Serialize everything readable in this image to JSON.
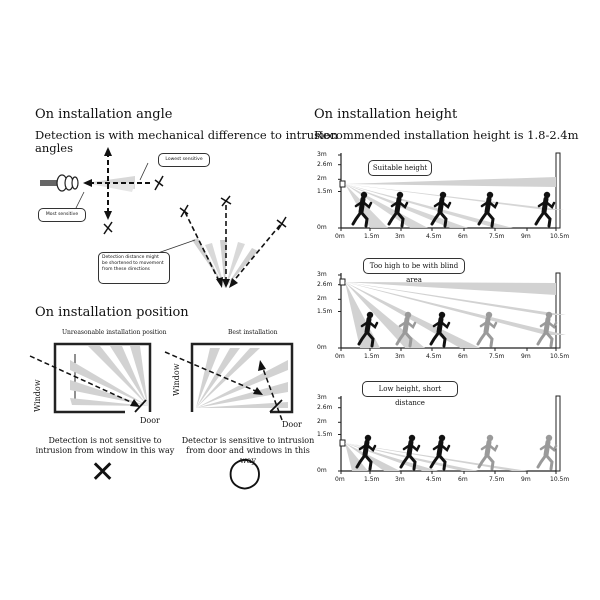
{
  "left": {
    "angle_title": "On installation angle",
    "angle_desc_line1": "Detection is with mechanical difference to intrusion",
    "angle_desc_line2": " angles",
    "lowest_sensitive": "Lowest sensitive",
    "most_sensitive": "Most sensitive",
    "distance_note_line1": "Detection distance might",
    "distance_note_line2": "be shortened to movement",
    "distance_note_line3": "from these directions",
    "position_title": "On installation position",
    "unreasonable_label": "Unreasonable installation position",
    "best_label": "Best installation",
    "window_label": "Window",
    "door_label": "Door",
    "bad_caption_line1": "Detection is not sensitive to",
    "bad_caption_line2": "intrusion from window in this way",
    "good_caption_line1": "Detector is sensitive to intrusion",
    "good_caption_line2": "from door and windows in this way",
    "bad_symbol": "✕",
    "good_symbol": "◯"
  },
  "right": {
    "height_title": "On installation height",
    "height_desc": "Recommended installation height is 1.8-2.4m",
    "y_ticks": [
      "3m",
      "2.6m",
      "2m",
      "1.5m",
      "0m"
    ],
    "x_ticks": [
      "0m",
      "1.5m",
      "3m",
      "4.5m",
      "6m",
      "7.5m",
      "9m",
      "10.5m"
    ],
    "panels": [
      {
        "label": "Suitable height"
      },
      {
        "label": "Too high to be with blind area"
      },
      {
        "label": "Low height, short distance"
      }
    ]
  },
  "colors": {
    "beam": "#d2d2d2",
    "figure_dark": "#111111",
    "figure_light": "#9a9a9a",
    "line": "#222222"
  }
}
